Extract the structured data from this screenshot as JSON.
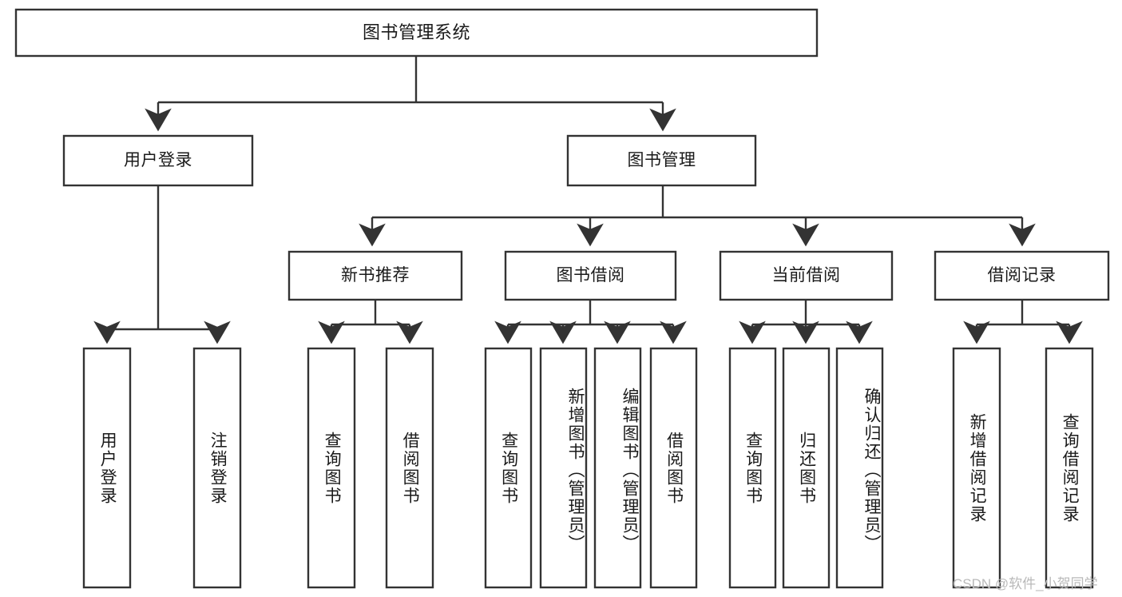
{
  "diagram": {
    "kind": "tree-hierarchy-chart",
    "title": "图书管理系统",
    "background_color": "#ffffff",
    "line_color": "#333333",
    "text_color": "#1a1a1a"
  },
  "root": {
    "label": "图书管理系统"
  },
  "level2": [
    {
      "label": "用户登录"
    },
    {
      "label": "图书管理"
    }
  ],
  "level3": [
    {
      "label": "新书推荐"
    },
    {
      "label": "图书借阅"
    },
    {
      "label": "当前借阅"
    },
    {
      "label": "借阅记录"
    }
  ],
  "leaves": {
    "user_login": [
      {
        "label": "用户登录"
      },
      {
        "label": "注销登录"
      }
    ],
    "new_book_recommend": [
      {
        "label": "查询图书"
      },
      {
        "label": "借阅图书"
      }
    ],
    "book_borrow": [
      {
        "label": "查询图书"
      },
      {
        "label": "新增图书（管理员）"
      },
      {
        "label": "编辑图书（管理员）"
      },
      {
        "label": "借阅图书"
      }
    ],
    "current_borrow": [
      {
        "label": "查询图书"
      },
      {
        "label": "归还图书"
      },
      {
        "label": "确认归还（管理员）"
      }
    ],
    "borrow_record": [
      {
        "label": "新增借阅记录"
      },
      {
        "label": "查询借阅记录"
      }
    ]
  },
  "watermark": {
    "text": "CSDN @软件_小贺同学",
    "color": "#b9b9b9"
  }
}
